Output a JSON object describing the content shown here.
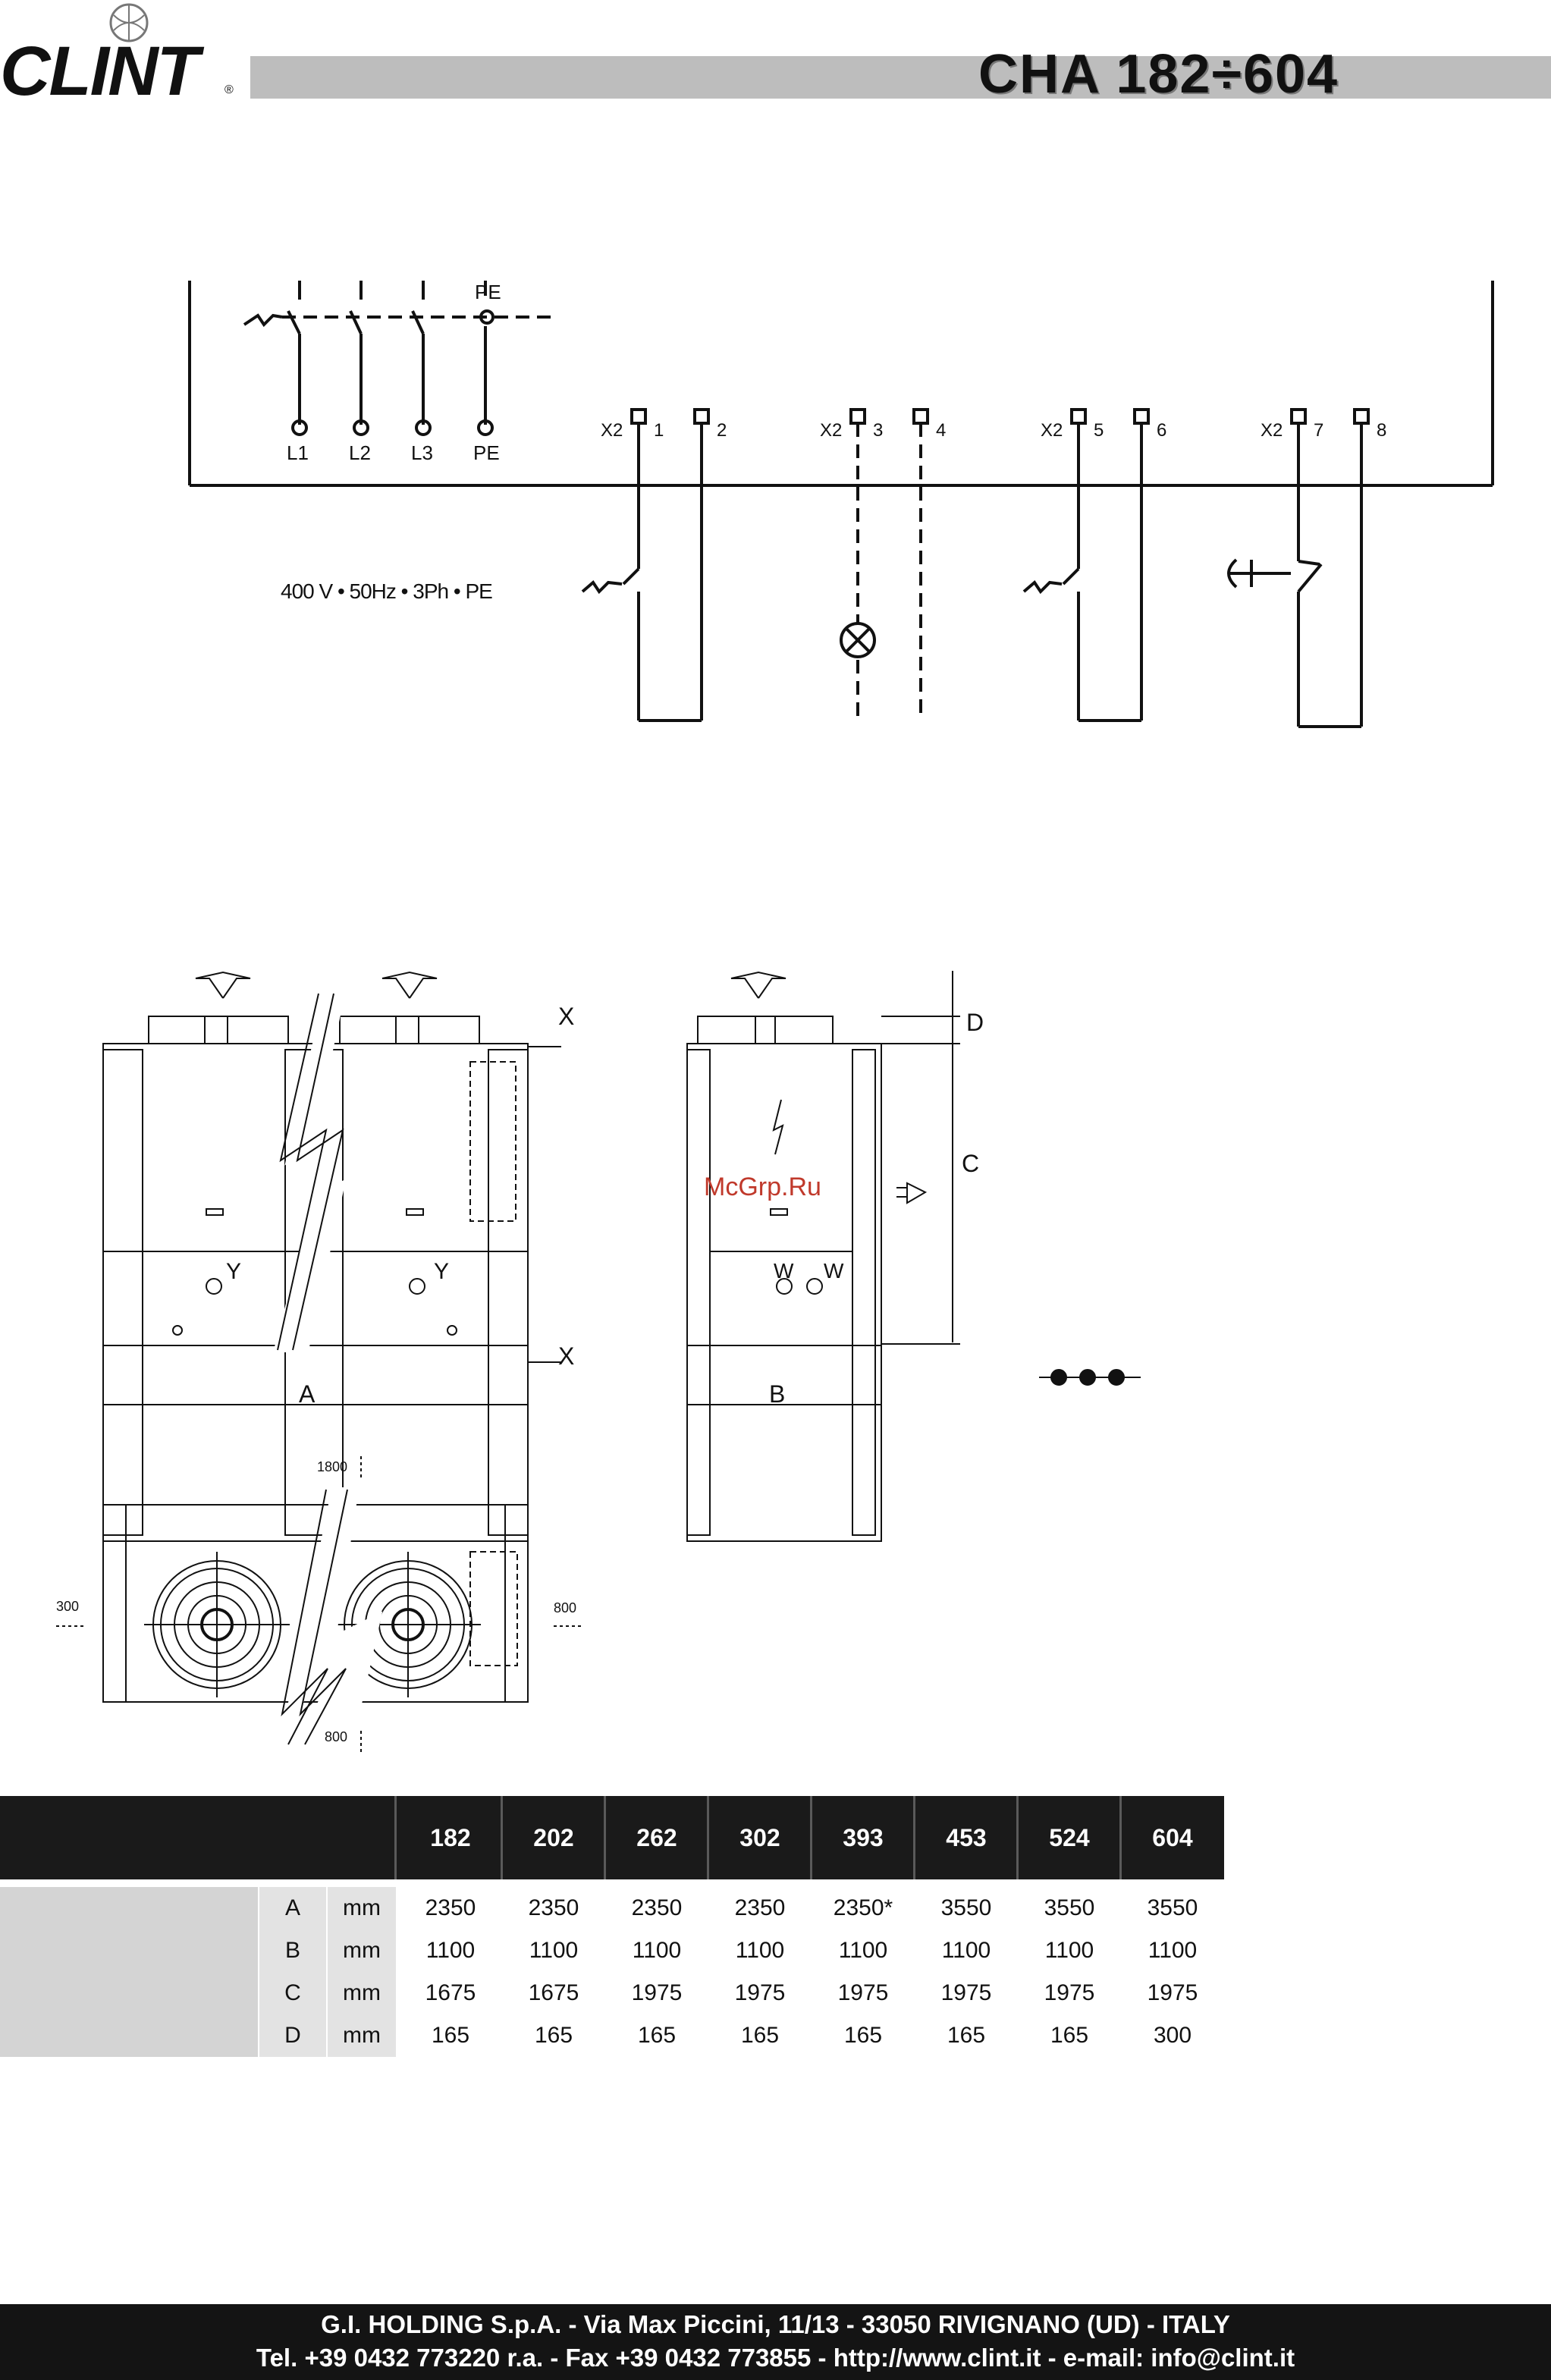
{
  "header": {
    "logo": "CLINT",
    "logo_mark": "®",
    "title": "CHA 182÷604"
  },
  "wiring": {
    "supply": "400 V • 50Hz • 3Ph • PE",
    "terminals": [
      "L1",
      "L2",
      "L3",
      "PE"
    ],
    "pe_top": "PE",
    "groups": [
      {
        "x2": "X2",
        "a": "1",
        "b": "2"
      },
      {
        "x2": "X2",
        "a": "3",
        "b": "4"
      },
      {
        "x2": "X2",
        "a": "5",
        "b": "6"
      },
      {
        "x2": "X2",
        "a": "7",
        "b": "8"
      }
    ]
  },
  "drawing": {
    "front_labels": [
      "Y",
      "Y"
    ],
    "side_labels": [
      "W",
      "W"
    ],
    "x_top": "X",
    "x_bottom": "X",
    "dim_a": "A",
    "dim_b": "B",
    "dim_c": "C",
    "dim_d": "D",
    "clearance_top": "1800",
    "clearance_left": "300",
    "clearance_right": "800",
    "clearance_bottom": "800"
  },
  "watermark": "McGrp.Ru",
  "table": {
    "models": [
      "182",
      "202",
      "262",
      "302",
      "393",
      "453",
      "524",
      "604"
    ],
    "rows": [
      {
        "key": "A",
        "unit": "mm",
        "values": [
          "2350",
          "2350",
          "2350",
          "2350",
          "2350*",
          "3550",
          "3550",
          "3550"
        ]
      },
      {
        "key": "B",
        "unit": "mm",
        "values": [
          "1100",
          "1100",
          "1100",
          "1100",
          "1100",
          "1100",
          "1100",
          "1100"
        ]
      },
      {
        "key": "C",
        "unit": "mm",
        "values": [
          "1675",
          "1675",
          "1975",
          "1975",
          "1975",
          "1975",
          "1975",
          "1975"
        ]
      },
      {
        "key": "D",
        "unit": "mm",
        "values": [
          "165",
          "165",
          "165",
          "165",
          "165",
          "165",
          "165",
          "300"
        ]
      }
    ]
  },
  "footer": {
    "line1": "G.I. HOLDING S.p.A. - Via Max Piccini, 11/13 - 33050 RIVIGNANO (UD) - ITALY",
    "line2": "Tel. +39 0432 773220 r.a. - Fax +39 0432 773855 - http://www.clint.it - e-mail: info@clint.it"
  }
}
